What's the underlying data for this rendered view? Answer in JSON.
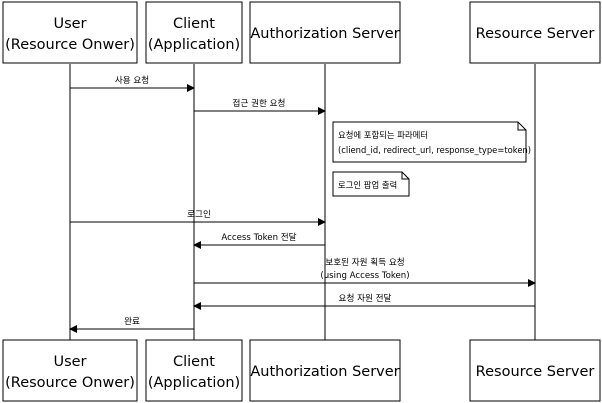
{
  "participants": [
    {
      "id": "user",
      "line1": "User",
      "line2": "(Resource Onwer)"
    },
    {
      "id": "client",
      "line1": "Client",
      "line2": "(Application)"
    },
    {
      "id": "auth",
      "line1": "Authorization Server",
      "line2": ""
    },
    {
      "id": "resource",
      "line1": "Resource Server",
      "line2": ""
    }
  ],
  "messages": [
    {
      "id": "m1",
      "from": "user",
      "to": "client",
      "label": "사용 요청",
      "label2": ""
    },
    {
      "id": "m2",
      "from": "client",
      "to": "auth",
      "label": "접근 권한 요청",
      "label2": ""
    },
    {
      "id": "m3",
      "from": "user",
      "to": "auth",
      "label": "로그인",
      "label2": ""
    },
    {
      "id": "m4",
      "from": "auth",
      "to": "client",
      "label": "Access Token 전달",
      "label2": ""
    },
    {
      "id": "m5",
      "from": "client",
      "to": "resource",
      "label": "보호된 자원 획득 요청",
      "label2": "(using Access Token)"
    },
    {
      "id": "m6",
      "from": "resource",
      "to": "client",
      "label": "요청 자원 전달",
      "label2": ""
    },
    {
      "id": "m7",
      "from": "client",
      "to": "user",
      "label": "완료",
      "label2": ""
    }
  ],
  "notes": [
    {
      "id": "n1",
      "line1": "요청에 포함되는 파라메터",
      "line2": "(cliend_id, redirect_url, response_type=token)"
    },
    {
      "id": "n2",
      "line1": "로그인 팝업 출력",
      "line2": ""
    }
  ],
  "colors": {
    "line": "#000000",
    "box_fill": "#ffffff",
    "background": "#ffffff"
  }
}
